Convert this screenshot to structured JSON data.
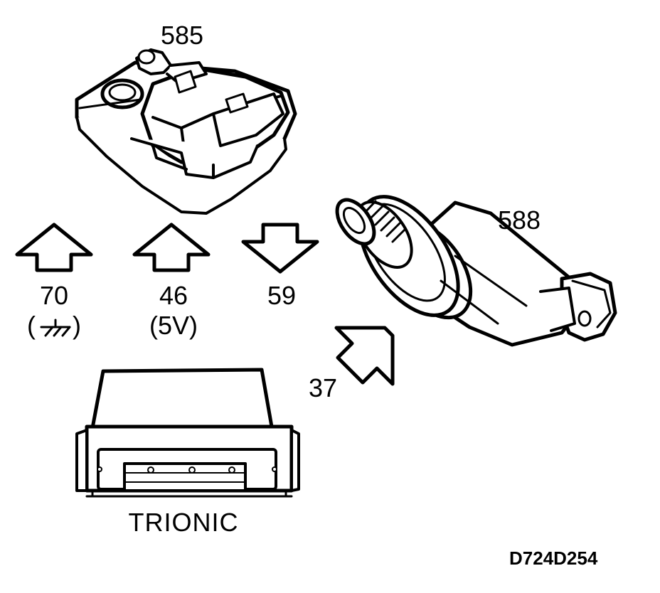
{
  "components": {
    "sensor_585": {
      "label": "585"
    },
    "valve_588": {
      "label": "588"
    },
    "ecu": {
      "label": "TRIONIC"
    }
  },
  "pins": [
    {
      "number": "70",
      "note": "(",
      "direction": "to-sensor",
      "note_symbol": "ground-icon"
    },
    {
      "number": "46",
      "note": "(5V)",
      "direction": "to-sensor"
    },
    {
      "number": "59",
      "direction": "from-sensor"
    },
    {
      "number": "37",
      "direction": "to-valve"
    }
  ],
  "pin70_close": ")",
  "drawing_id": "D724D254",
  "colors": {
    "line": "#000000",
    "background": "#ffffff"
  }
}
